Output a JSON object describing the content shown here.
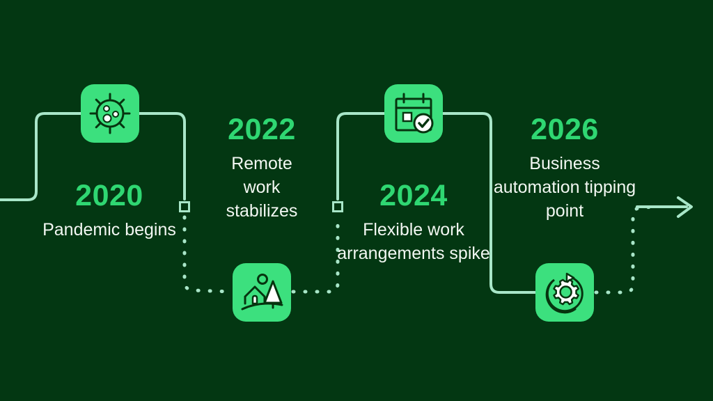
{
  "theme": {
    "background": "#033712",
    "tile_fill": "#3CE07E",
    "year_color": "#2FD772",
    "text_color": "#F2F7F2",
    "line_color": "#A8E6C8",
    "icon_stroke": "#06340F",
    "icon_white": "#FFFFFF"
  },
  "milestones": [
    {
      "year": "2020",
      "description": "Pandemic begins",
      "icon": "virus-icon",
      "icon_position": "top"
    },
    {
      "year": "2022",
      "description": "Remote work stabilizes",
      "icon": "house-landscape-icon",
      "icon_position": "bottom"
    },
    {
      "year": "2024",
      "description": "Flexible work arrangements spike",
      "icon": "calendar-check-icon",
      "icon_position": "top"
    },
    {
      "year": "2026",
      "description": "Business automation tipping point",
      "icon": "automation-gear-icon",
      "icon_position": "bottom"
    }
  ],
  "connectors": {
    "end_marker": "arrow-right-icon",
    "node_count": 2
  }
}
